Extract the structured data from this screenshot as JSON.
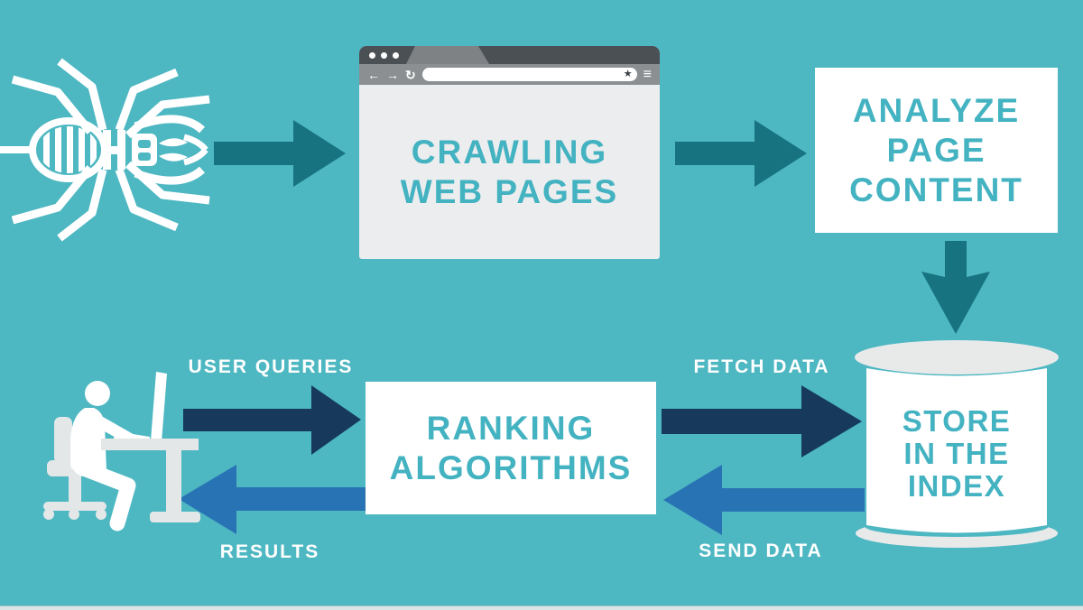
{
  "palette": {
    "background": "#4DB7C2",
    "arrow_dark_teal": "#17737F",
    "arrow_navy": "#16395C",
    "arrow_blue": "#2873B4",
    "node_text_teal": "#43B2C1",
    "box_white": "#FFFFFF",
    "chrome_dark_gray": "#4B5055",
    "chrome_gray": "#8B8F91",
    "panel_light_gray": "#ECEDEE"
  },
  "nodes": {
    "crawling": {
      "lines": [
        "CRAWLING",
        "WEB PAGES"
      ]
    },
    "analyze": {
      "lines": [
        "ANALYZE",
        "PAGE",
        "CONTENT"
      ]
    },
    "store": {
      "lines": [
        "STORE",
        "IN THE",
        "INDEX"
      ]
    },
    "ranking": {
      "lines": [
        "RANKING",
        "ALGORITHMS"
      ]
    }
  },
  "edge_labels": {
    "user_queries": "USER QUERIES",
    "fetch_data": "FETCH DATA",
    "send_data": "SEND DATA",
    "results": "RESULTS"
  },
  "browser_chrome": {
    "back_glyph": "←",
    "forward_glyph": "→",
    "reload_glyph": "↻",
    "bookmark_star_glyph": "★",
    "menu_glyph": "≡"
  },
  "icons": {
    "spider": "spider-crawler-icon",
    "browser": "browser-window-icon",
    "database": "database-cylinder-icon",
    "user": "person-at-computer-icon"
  }
}
